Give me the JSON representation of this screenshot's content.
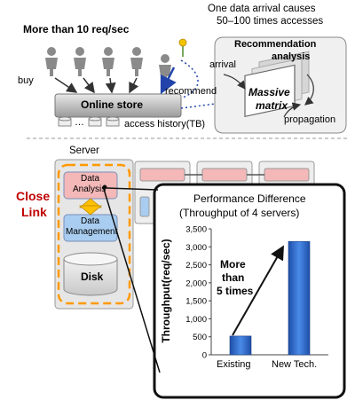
{
  "top": {
    "rate_label": "More than 10 req/sec",
    "causes_line1": "One data arrival causes",
    "causes_line2": "50–100 times accesses",
    "buy_label": "buy",
    "store_label": "Online store",
    "recommend_label": "recommend",
    "history_label": "access history(TB)",
    "ellipsis": "…",
    "recommendation_label": "Recommendation",
    "arrival_label": "arrival",
    "analysis_label": "analysis",
    "matrix_line1": "Massive",
    "matrix_line2": "matrix",
    "propagation_label": "propagation"
  },
  "server": {
    "title": "Server",
    "analysis_line1": "Data",
    "analysis_line2": "Analysis",
    "management_line1": "Data",
    "management_line2": "Management",
    "disk_label": "Disk",
    "close_link_line1": "Close",
    "close_link_line2": "Link",
    "colors": {
      "close_link": "#c00000",
      "link_arrow": "#ffc000",
      "boundary": "#ff9900",
      "analysis_fill": "#f4b8b8",
      "management_fill": "#a9cdf0"
    }
  },
  "perf": {
    "title_line1": "Performance Difference",
    "title_line2": "(Throughput of 4 servers)",
    "annotation_line1": "More",
    "annotation_line2": "than",
    "annotation_line3": "5 times"
  },
  "chart_data": {
    "type": "bar",
    "title": "Performance Difference (Throughput of 4 servers)",
    "categories": [
      "Existing",
      "New Tech."
    ],
    "values": [
      520,
      3150
    ],
    "ylabel": "Throughput(req/sec)",
    "xlabel": "",
    "ylim": [
      0,
      3500
    ],
    "yticks": [
      "0",
      "500",
      "1,000",
      "1,500",
      "2,000",
      "2,500",
      "3,000",
      "3,500"
    ],
    "bar_color": "#2f6fd0",
    "grid": false
  }
}
